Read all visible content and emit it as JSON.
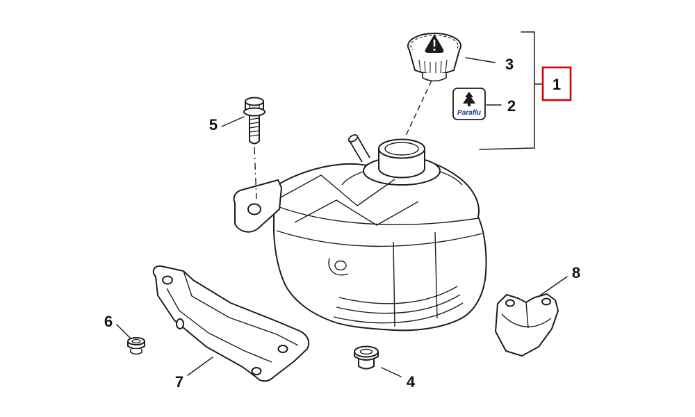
{
  "diagram": {
    "background": "#ffffff",
    "line_color": "#1c1c1c",
    "highlight_color": "#d40000",
    "callouts": [
      "1",
      "2",
      "3",
      "4",
      "5",
      "6",
      "7",
      "8"
    ],
    "decal": {
      "text": "Paraflu",
      "text_color": "#16348c",
      "icon": "fir-tree-icon"
    },
    "cap_icon": "warning-triangle-icon"
  }
}
